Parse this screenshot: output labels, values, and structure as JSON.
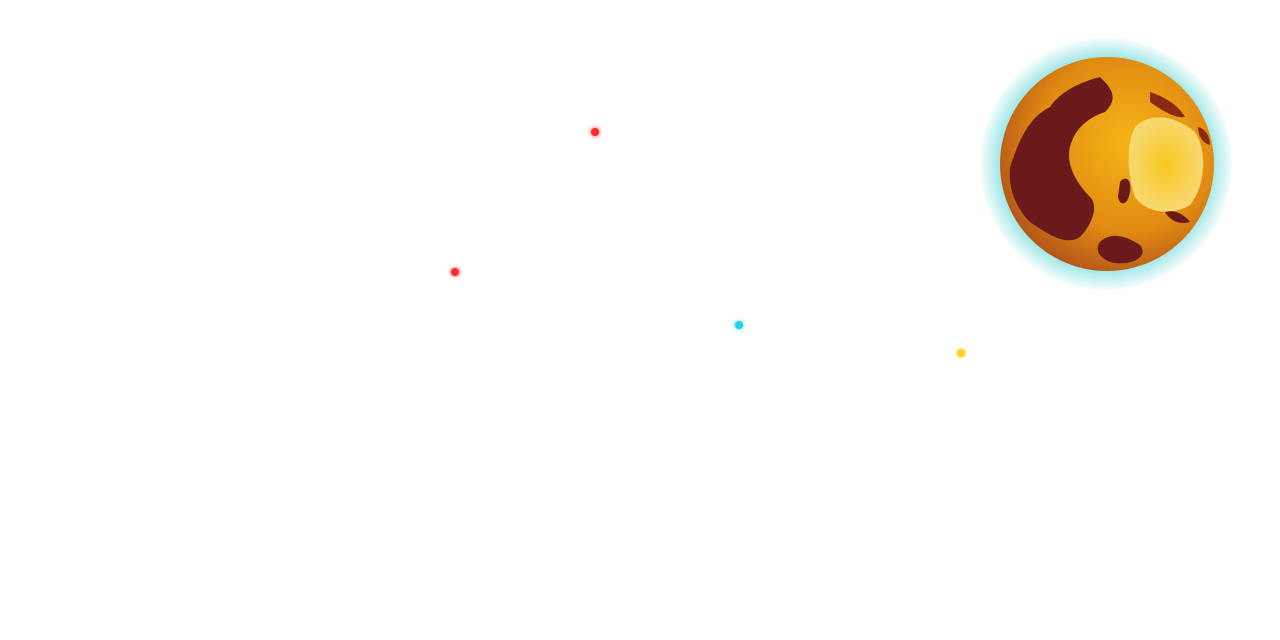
{
  "scene": {
    "stars": [
      {
        "name": "red-star-1",
        "color": "#ff2a2a"
      },
      {
        "name": "red-star-2",
        "color": "#ff2a2a"
      },
      {
        "name": "cyan-star",
        "color": "#29d0f0"
      },
      {
        "name": "yellow-star",
        "color": "#ffd21f"
      }
    ],
    "planet": {
      "base_color": "#e08a12",
      "dark_region_color": "#6a1a1a",
      "light_region_color": "#f7d870",
      "glow_color": "#7fdede"
    }
  }
}
